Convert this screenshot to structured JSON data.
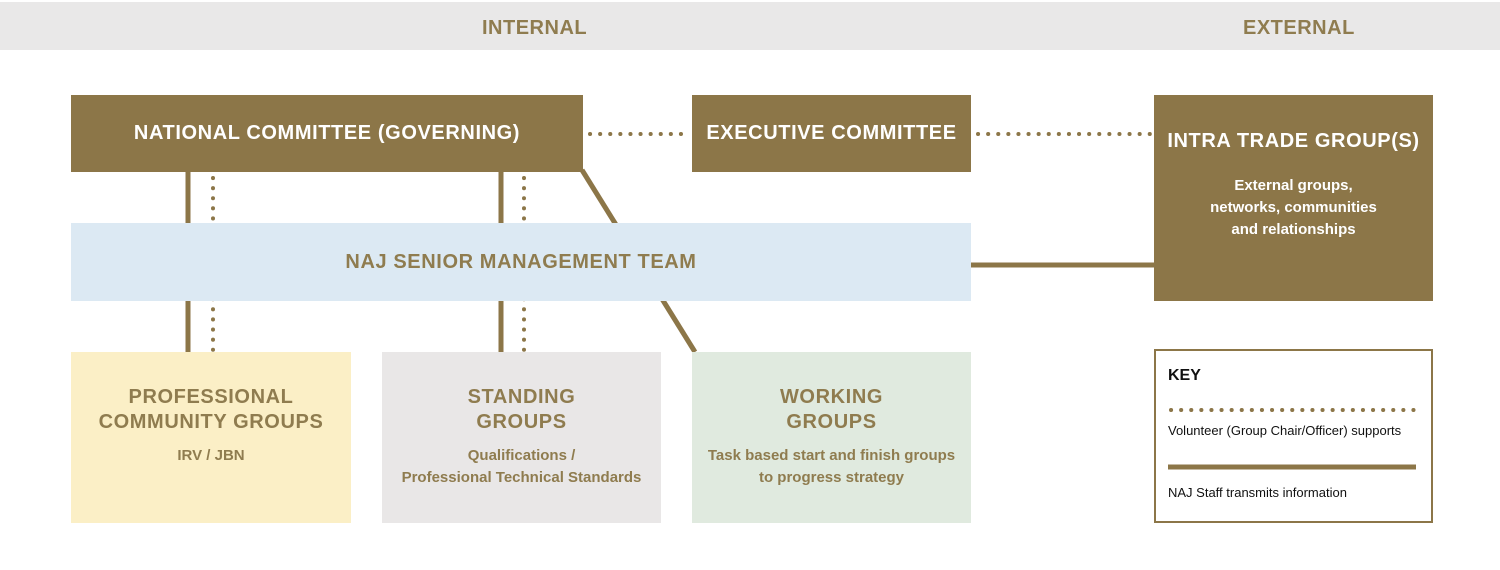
{
  "header": {
    "internal_label": "INTERNAL",
    "external_label": "EXTERNAL"
  },
  "boxes": {
    "national_committee": {
      "title": "NATIONAL COMMITTEE (GOVERNING)"
    },
    "executive_committee": {
      "title": "EXECUTIVE COMMITTEE"
    },
    "intra_trade": {
      "title": "INTRA TRADE GROUP(S)",
      "sub_line1": "External groups,",
      "sub_line2": "networks, communities",
      "sub_line3": "and relationships"
    },
    "senior_management": {
      "title": "NAJ SENIOR MANAGEMENT TEAM"
    },
    "professional_community": {
      "title_line1": "PROFESSIONAL",
      "title_line2": "COMMUNITY GROUPS",
      "sub_line1": "IRV / JBN"
    },
    "standing_groups": {
      "title_line1": "STANDING",
      "title_line2": "GROUPS",
      "sub_line1": "Qualifications /",
      "sub_line2": "Professional Technical Standards"
    },
    "working_groups": {
      "title_line1": "WORKING",
      "title_line2": "GROUPS",
      "sub_line1": "Task based start and finish groups",
      "sub_line2": "to progress strategy"
    }
  },
  "key": {
    "title": "KEY",
    "dotted_label": "Volunteer (Group Chair/Officer) supports",
    "solid_label": "NAJ Staff transmits information"
  },
  "colors": {
    "gold": "#8c7648",
    "gold_text": "#8f7c4f",
    "header_band": "#e9e8e8",
    "senior_management_bg": "#dce9f3",
    "professional_bg": "#fbefc6",
    "standing_bg": "#e9e7e7",
    "working_bg": "#e0eadf"
  }
}
